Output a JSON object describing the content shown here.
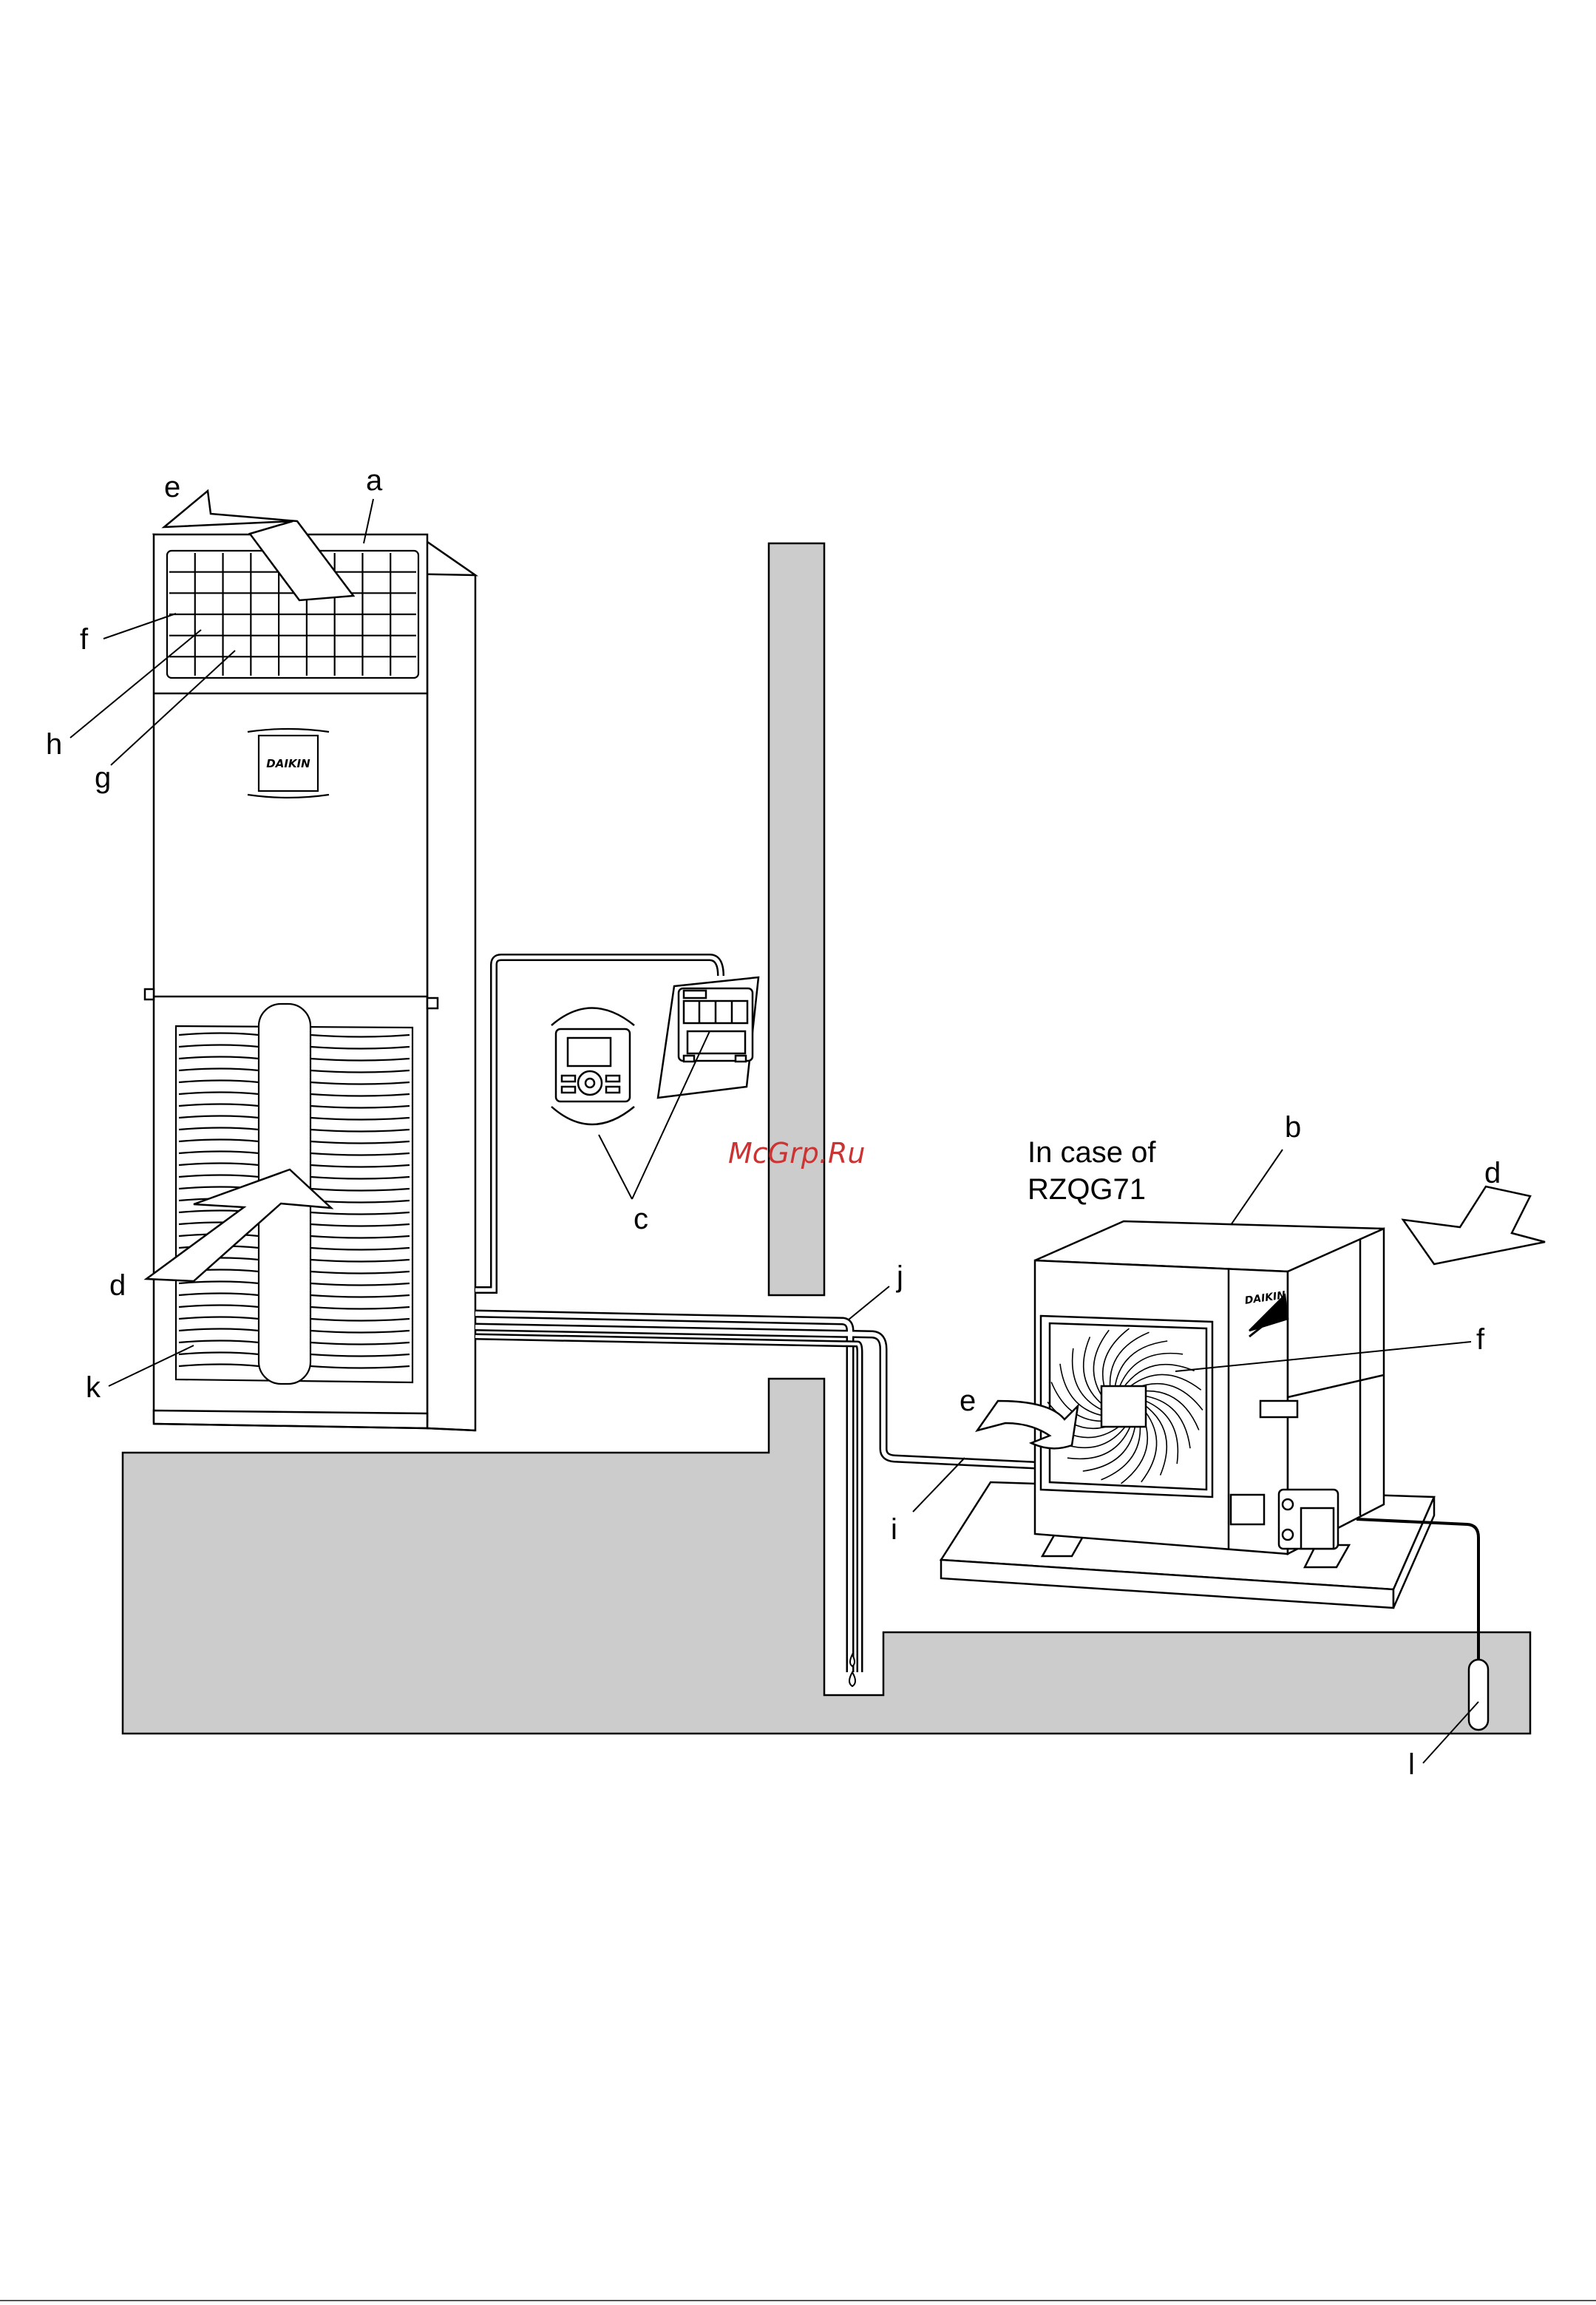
{
  "labels": {
    "a": "a",
    "b": "b",
    "c": "c",
    "d_indoor": "d",
    "d_outdoor": "d",
    "e_indoor": "e",
    "e_outdoor": "e",
    "f_indoor": "f",
    "f_outdoor": "f",
    "g": "g",
    "h": "h",
    "i": "i",
    "j": "j",
    "k": "k",
    "l": "l"
  },
  "note": {
    "line1": "In case of",
    "line2": "RZQG71"
  },
  "brand": {
    "indoor": "DAIKIN",
    "outdoor": "DAIKIN"
  },
  "watermark": "McGrp.Ru",
  "colors": {
    "wall_fill": "#cccccc",
    "line": "#000000",
    "watermark": "#cc3333"
  }
}
